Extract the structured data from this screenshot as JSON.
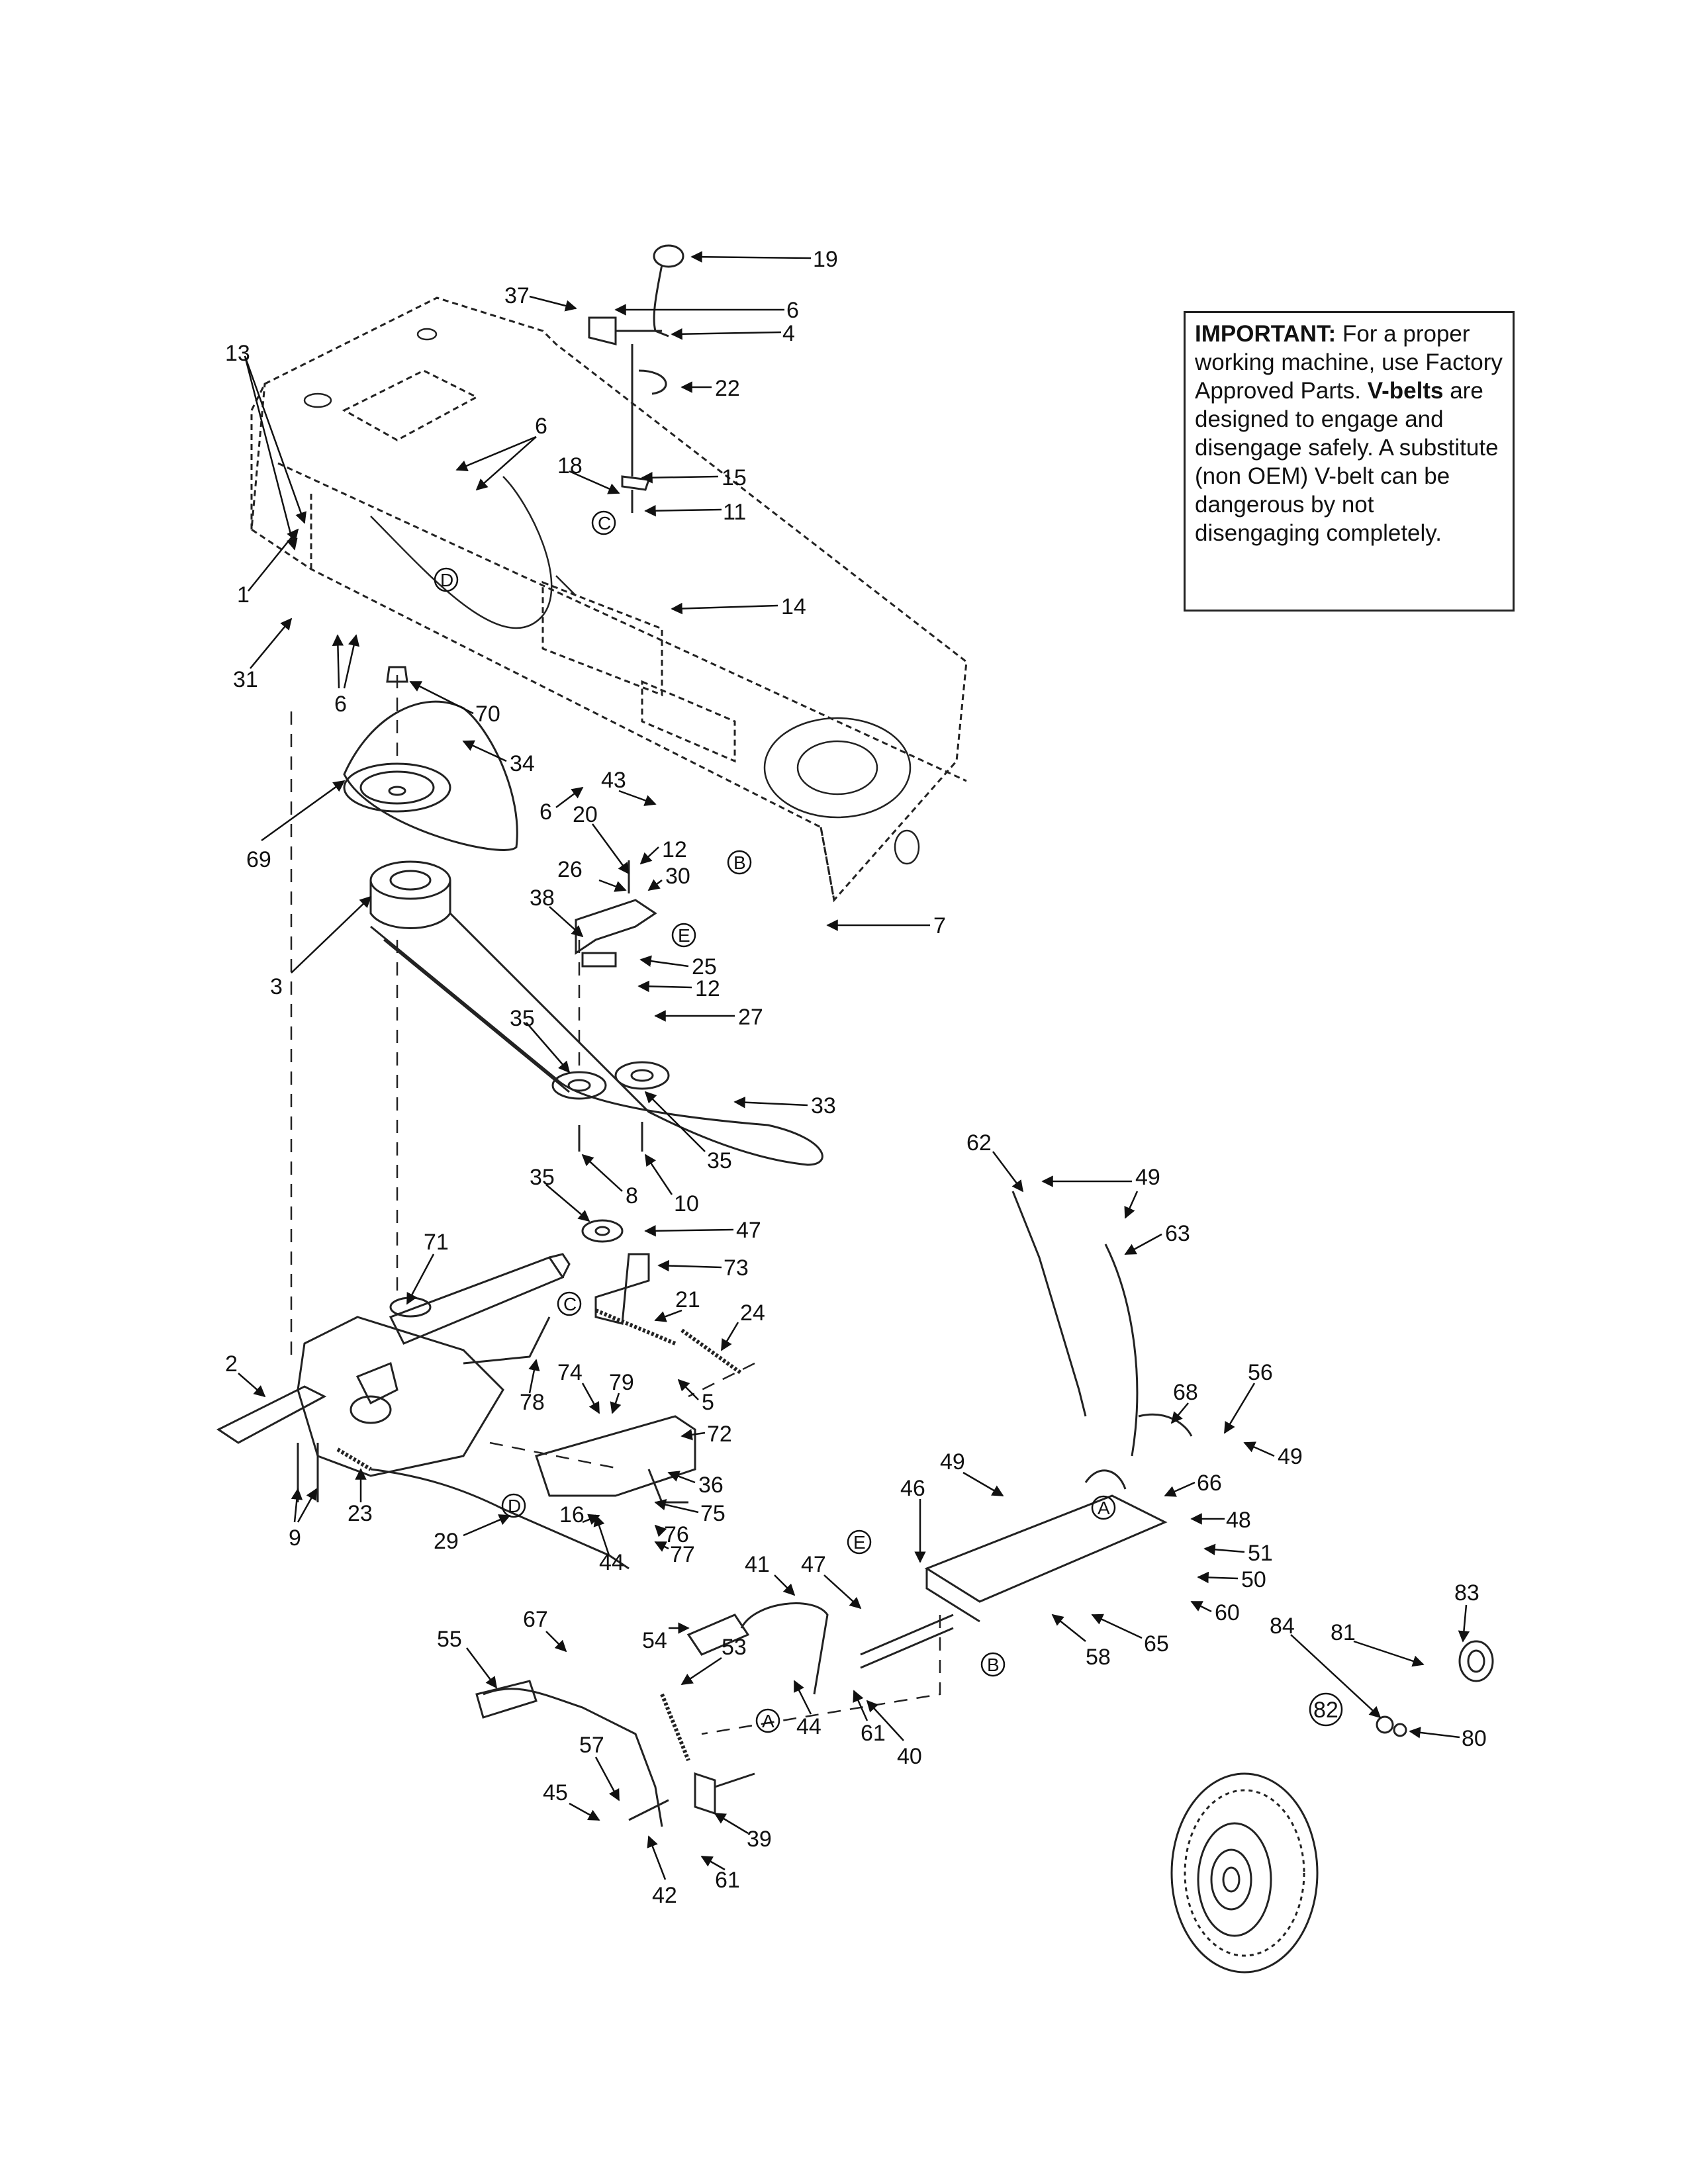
{
  "note": {
    "heading": "IMPORTANT:",
    "line1": " For a proper working machine, use Factory Approved Parts.",
    "bold2": "V-belts",
    "line2": " are designed to engage and disengage safely. A substitute (non OEM) V-belt can be dangerous by not disengaging completely."
  },
  "callouts": {
    "n19": "19",
    "n37": "37",
    "n6a": "6",
    "n4": "4",
    "n22": "22",
    "n13": "13",
    "n6b": "6",
    "n18": "18",
    "n15": "15",
    "n11": "11",
    "n1": "1",
    "n14": "14",
    "n31": "31",
    "n6c": "6",
    "n70": "70",
    "n34": "34",
    "n6d": "6",
    "n43": "43",
    "n69": "69",
    "n20": "20",
    "n12a": "12",
    "n30": "30",
    "n26": "26",
    "n38": "38",
    "n25": "25",
    "n12b": "12",
    "n3": "3",
    "n27": "27",
    "n35a": "35",
    "n33": "33",
    "n35b": "35",
    "n8": "8",
    "n10": "10",
    "n7": "7",
    "n35c": "35",
    "n47a": "47",
    "n73": "73",
    "n71": "71",
    "n21": "21",
    "n24": "24",
    "n74": "74",
    "n79": "79",
    "n5": "5",
    "n2": "2",
    "n78": "78",
    "n72": "72",
    "n23": "23",
    "n36": "36",
    "n9": "9",
    "n75": "75",
    "n29": "29",
    "n16": "16",
    "n76": "76",
    "n44a": "44",
    "n77": "77",
    "n62": "62",
    "n49a": "49",
    "n63": "63",
    "n68": "68",
    "n56": "56",
    "n49b": "49",
    "n66": "66",
    "n49c": "49",
    "n46": "46",
    "n48": "48",
    "n41": "41",
    "n47b": "47",
    "n51": "51",
    "n50": "50",
    "n60": "60",
    "n58": "58",
    "n65": "65",
    "n54": "54",
    "n53": "53",
    "n44b": "44",
    "n61a": "61",
    "n40": "40",
    "n55": "55",
    "n67": "67",
    "n57": "57",
    "n45": "45",
    "n39": "39",
    "n61b": "61",
    "n42": "42",
    "n82": "82",
    "n83": "83",
    "n81": "81",
    "n84": "84",
    "n80": "80"
  },
  "reference_letters": {
    "c1": "C",
    "d1": "D",
    "b1": "B",
    "e1": "E",
    "c2": "C",
    "d2": "D",
    "e2": "E",
    "a1": "A",
    "b2": "B",
    "a2": "A"
  }
}
